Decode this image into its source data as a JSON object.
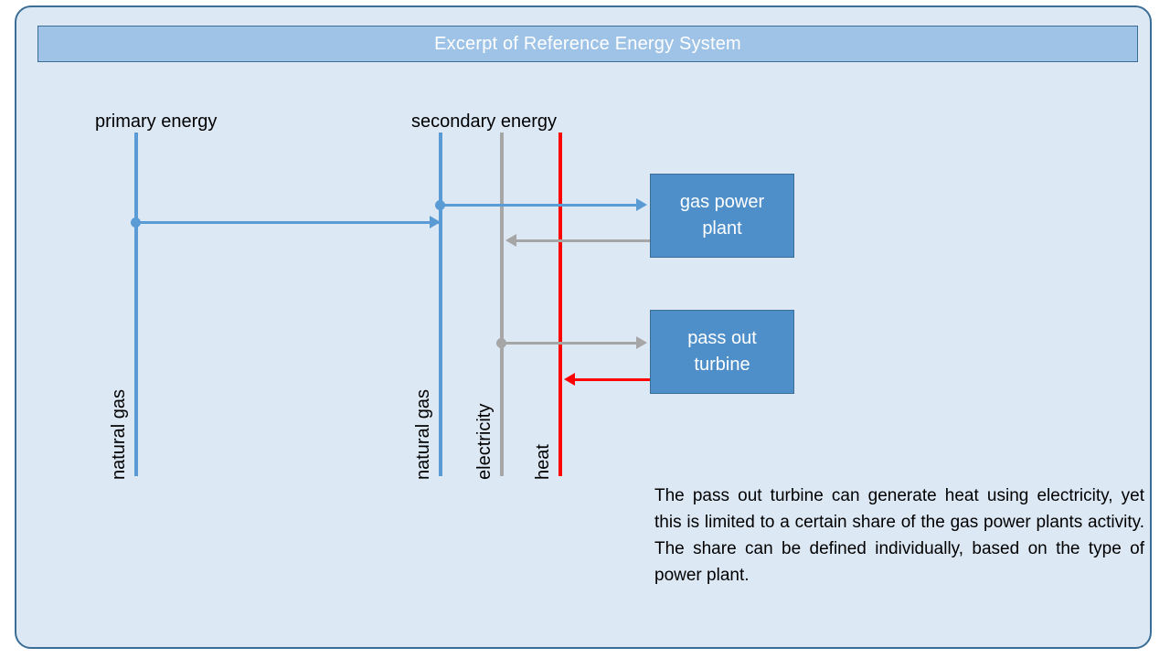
{
  "slide": {
    "title": "Excerpt of Reference Energy System",
    "background_color": "#dde8f5",
    "border_color": "#3b6e96",
    "title_bar_color": "#9ec3e6",
    "title_text_color": "#ffffff"
  },
  "columns": {
    "primary": "primary energy",
    "secondary": "secondary energy"
  },
  "carriers": [
    {
      "name": "natural gas",
      "column": "primary",
      "color": "#5b9bd5"
    },
    {
      "name": "natural gas",
      "column": "secondary",
      "color": "#5b9bd5"
    },
    {
      "name": "electricity",
      "column": "secondary",
      "color": "#a6a6a6"
    },
    {
      "name": "heat",
      "column": "secondary",
      "color": "#ff0000"
    }
  ],
  "processes": [
    {
      "id": "gas-power-plant",
      "line1": "gas power",
      "line2": "plant",
      "color": "#4f8fc9"
    },
    {
      "id": "pass-out-turbine",
      "line1": "pass out",
      "line2": "turbine",
      "color": "#4f8fc9"
    }
  ],
  "flows": [
    {
      "from": "primary natural gas",
      "to": "secondary natural gas",
      "carrier": "natural gas",
      "color": "#5b9bd5",
      "direction": "right"
    },
    {
      "from": "secondary natural gas",
      "to": "gas power plant",
      "carrier": "natural gas",
      "color": "#5b9bd5",
      "direction": "right"
    },
    {
      "from": "gas power plant",
      "to": "electricity",
      "carrier": "electricity",
      "color": "#a6a6a6",
      "direction": "left"
    },
    {
      "from": "electricity",
      "to": "pass out turbine",
      "carrier": "electricity",
      "color": "#a6a6a6",
      "direction": "right"
    },
    {
      "from": "pass out turbine",
      "to": "heat",
      "carrier": "heat",
      "color": "#ff0000",
      "direction": "left"
    }
  ],
  "description": "The pass out turbine can generate heat using electricity, yet this is limited to a certain share of the gas power plants activity.  The share can be defined individually, based on the type of power plant."
}
